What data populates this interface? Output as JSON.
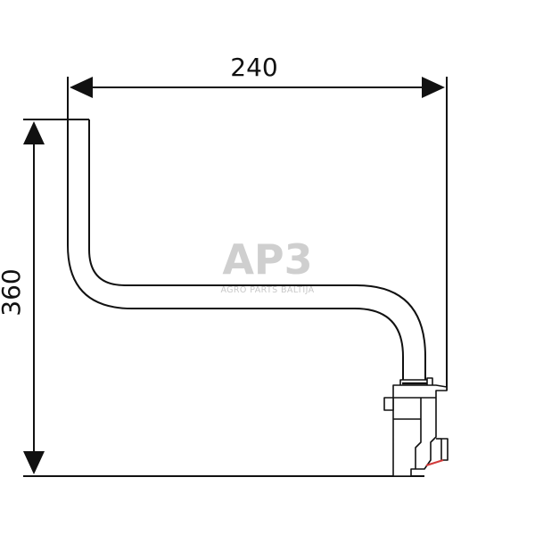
{
  "dimensions": {
    "width_label": "240",
    "height_label": "360"
  },
  "watermark": {
    "logo_text": "AP3",
    "tagline": "AGRO PARTS BALTIJA"
  },
  "colors": {
    "line": "#111111",
    "watermark": "#cfcfcf",
    "accent_red": "#d23a3a"
  }
}
